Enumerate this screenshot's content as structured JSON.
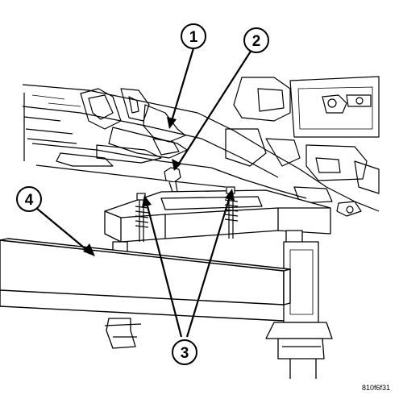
{
  "figure": {
    "callouts": [
      {
        "id": "1",
        "label": "1"
      },
      {
        "id": "2",
        "label": "2"
      },
      {
        "id": "3",
        "label": "3"
      },
      {
        "id": "4",
        "label": "4"
      }
    ],
    "figure_code": "810f6f31"
  },
  "colors": {
    "line": "#000000",
    "background": "#ffffff"
  }
}
